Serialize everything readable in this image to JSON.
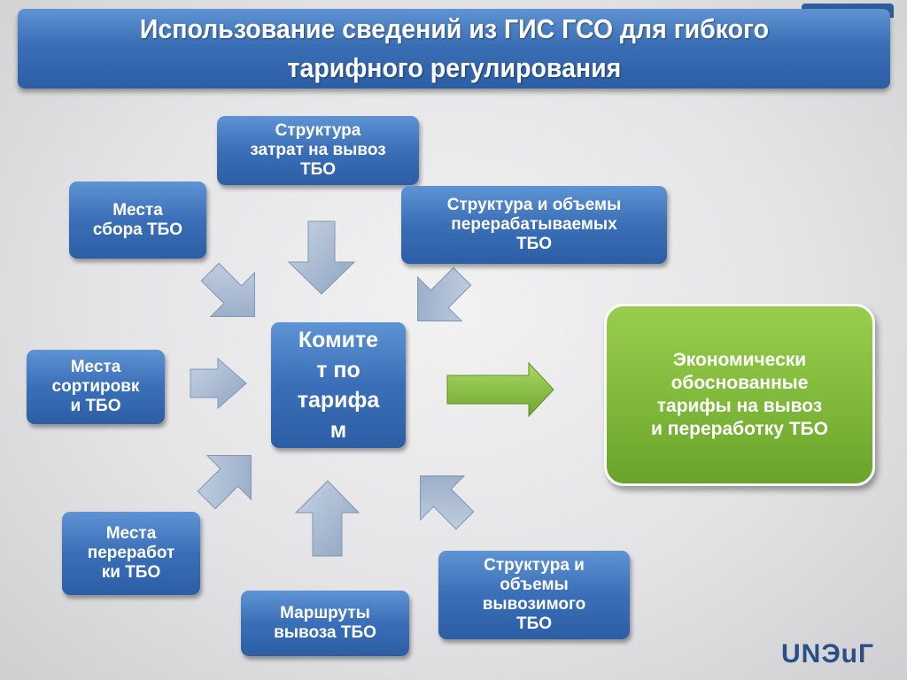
{
  "title": "Использование сведений из ГИС ГСО для гибкого\nтарифного регулирования",
  "center": "Комите\nт по\nтарифа\nм",
  "result": "Экономически\nобоснованные\nтарифы на вывоз\nи переработку ТБО",
  "inputs": {
    "cost_structure": "Структура\nзатрат на вывоз\nТБО",
    "collection_sites": "Места\nсбора ТБО",
    "processed_volumes": "Структура и объемы\nперерабатываемых\nТБО",
    "sorting_sites": "Места\nсортировк\nи ТБО",
    "processing_sites": "Места\nпереработ\nки ТБО",
    "routes": "Маршруты\nвывоза ТБО",
    "removed_volumes": "Структура и\nобъемы\nвывозимого\nТБО"
  },
  "logo": {
    "text": "UNЭuГ"
  },
  "colors": {
    "box_blue": "#3a6fb7",
    "result_green": "#7fb83a",
    "arrow_gray_blue": "#9fb3cc",
    "arrow_green": "#7fb83a"
  }
}
